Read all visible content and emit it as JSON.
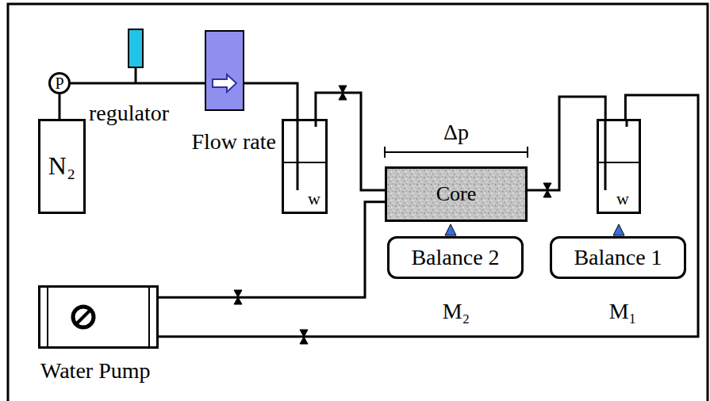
{
  "diagram": {
    "nodes": [
      {
        "text": [
          "P"
        ]
      },
      {
        "text": [
          "N₂"
        ]
      },
      {
        "text": [
          "Flow rate"
        ]
      },
      {
        "text": [
          "w"
        ]
      },
      {
        "text": [
          "Core"
        ]
      },
      {
        "text": [
          "w"
        ]
      },
      {
        "text": [
          "Balance 2"
        ]
      },
      {
        "text": [
          "Balance 1"
        ]
      },
      {
        "text": [
          "Water Pump"
        ]
      }
    ],
    "edges": [
      {
        "from": 1,
        "to": 0,
        "arrow": "none"
      },
      {
        "from": 0,
        "to": 2,
        "arrow": "none"
      },
      {
        "from": 2,
        "to": 3,
        "arrow": "none"
      },
      {
        "from": 3,
        "to": 4,
        "arrow": "none"
      },
      {
        "from": 4,
        "to": 5,
        "arrow": "none"
      },
      {
        "from": 8,
        "to": 4,
        "arrow": "none"
      },
      {
        "from": 8,
        "to": 5,
        "arrow": "none"
      }
    ],
    "labels": [
      "regulator",
      "Δp",
      "M₂",
      "M₁"
    ]
  }
}
